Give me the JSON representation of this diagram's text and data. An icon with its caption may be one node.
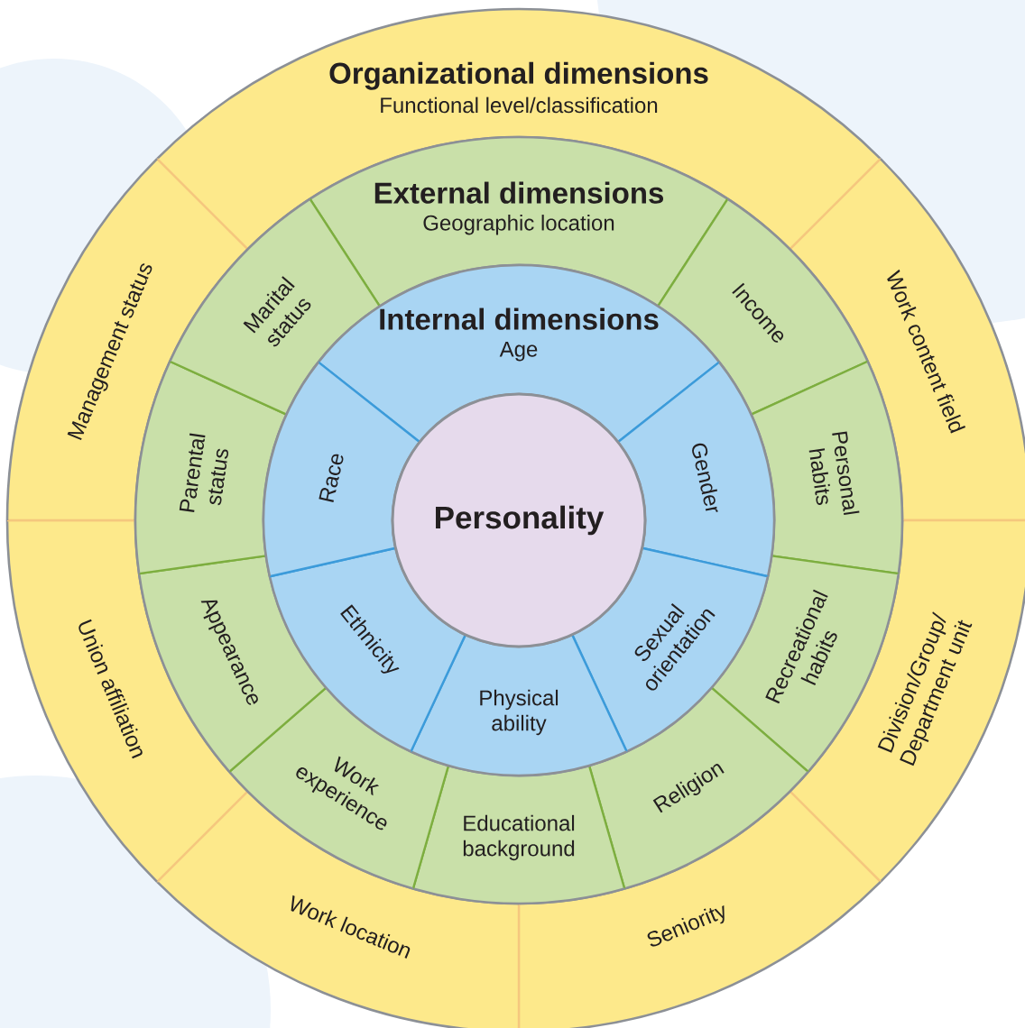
{
  "diagram": {
    "nodes": [
      {
        "text": [
          "Organizational dimensions",
          "Functional level/classification"
        ]
      },
      {
        "text": [
          "Work content field"
        ]
      },
      {
        "text": [
          "Division/Group/ Department unit"
        ]
      },
      {
        "text": [
          "Seniority"
        ]
      },
      {
        "text": [
          "Work location"
        ]
      },
      {
        "text": [
          "Union affiliation"
        ]
      },
      {
        "text": [
          "Management status"
        ]
      },
      {
        "text": [
          "External dimensions",
          "Geographic location"
        ]
      },
      {
        "text": [
          "Income"
        ]
      },
      {
        "text": [
          "Personal habits"
        ]
      },
      {
        "text": [
          "Recreational habits"
        ]
      },
      {
        "text": [
          "Religion"
        ]
      },
      {
        "text": [
          "Educational background"
        ]
      },
      {
        "text": [
          "Work experience"
        ]
      },
      {
        "text": [
          "Appearance"
        ]
      },
      {
        "text": [
          "Parental status"
        ]
      },
      {
        "text": [
          "Marital status"
        ]
      },
      {
        "text": [
          "Internal dimensions",
          "Age"
        ]
      },
      {
        "text": [
          "Gender"
        ]
      },
      {
        "text": [
          "Sexual orientation"
        ]
      },
      {
        "text": [
          "Physical ability"
        ]
      },
      {
        "text": [
          "Ethnicity"
        ]
      },
      {
        "text": [
          "Race"
        ]
      },
      {
        "text": [
          "Personality"
        ]
      }
    ]
  }
}
